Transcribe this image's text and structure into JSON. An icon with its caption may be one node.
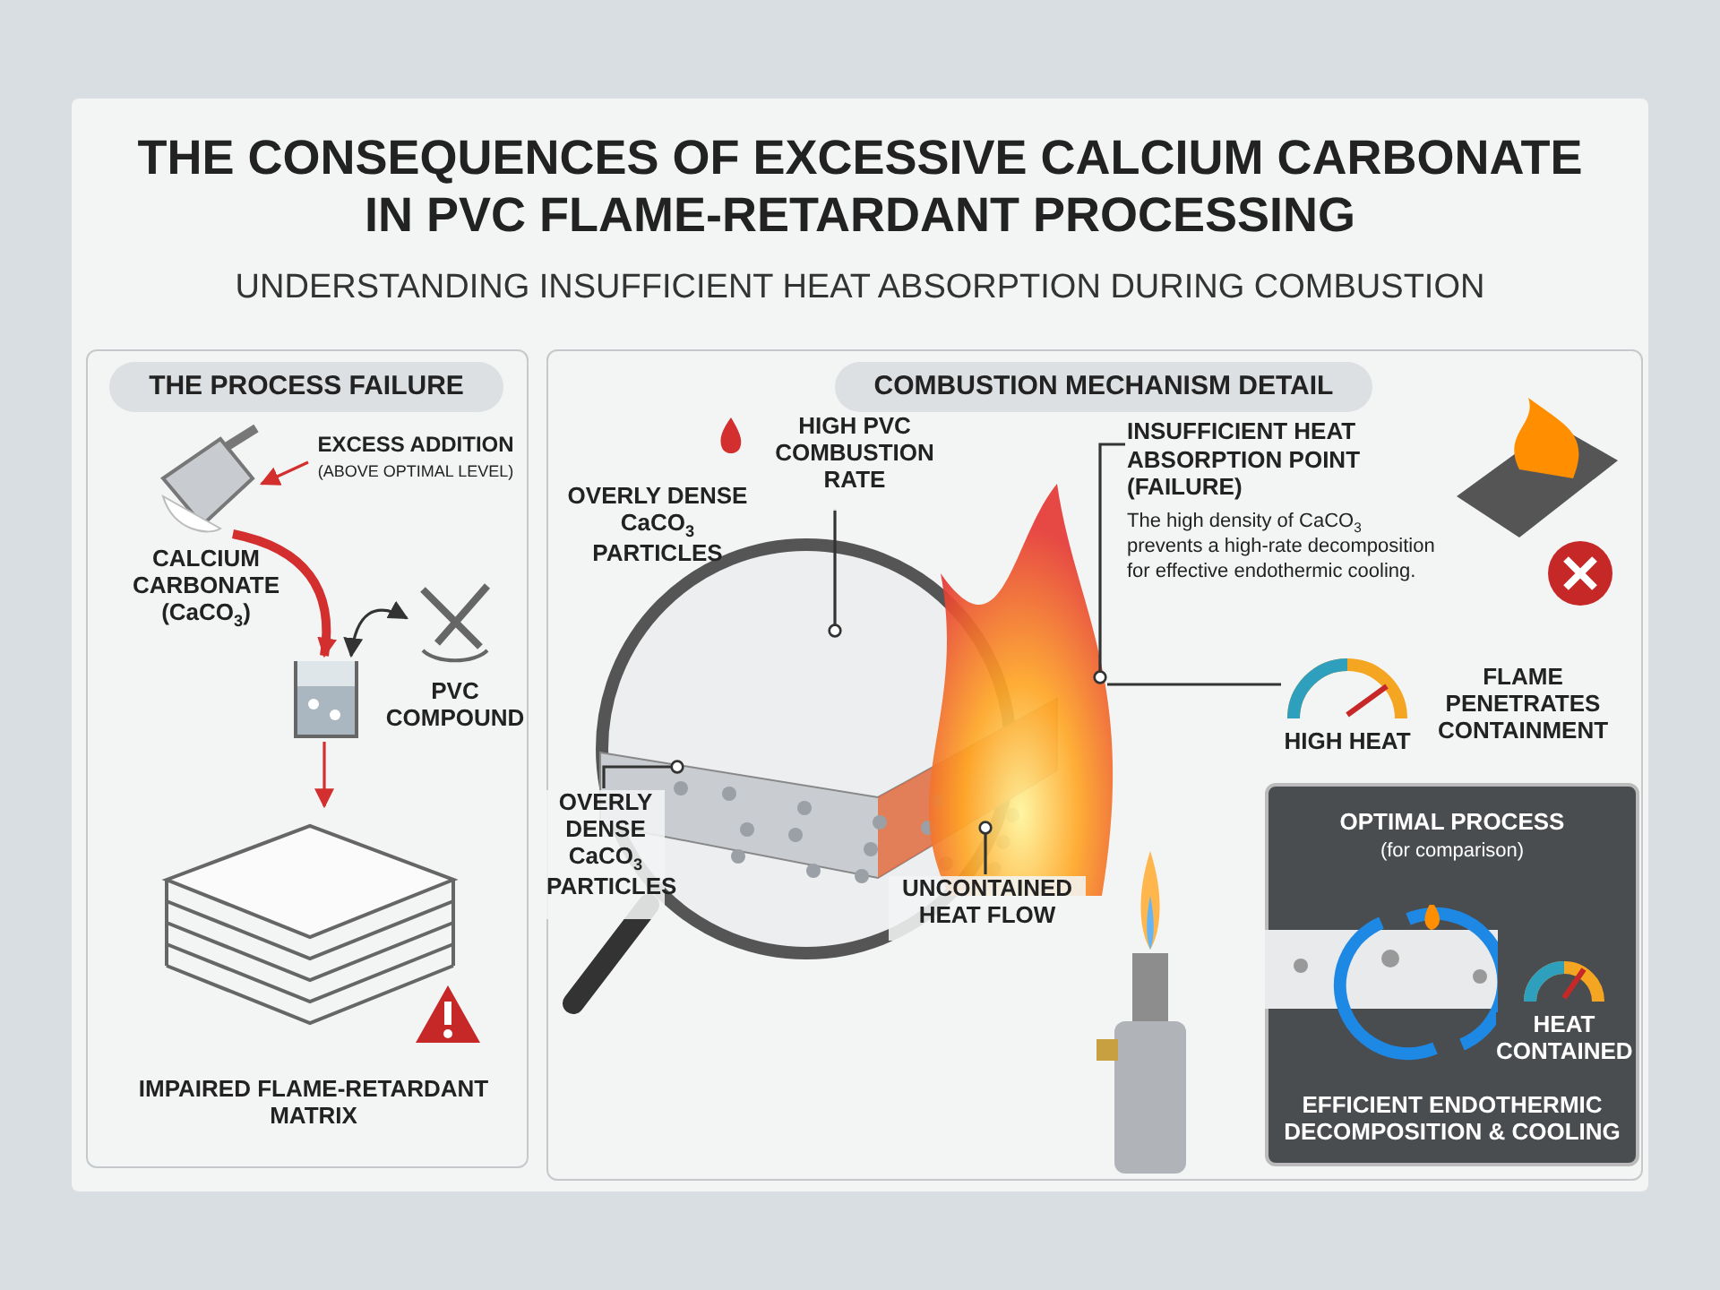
{
  "diagram": {
    "title": "THE CONSEQUENCES OF EXCESSIVE CALCIUM CARBONATE IN PVC FLAME-RETARDANT PROCESSING",
    "nodes": [
      {
        "text": [
          "THE PROCESS FAILURE"
        ]
      },
      {
        "text": [
          "EXCESS ADDITION",
          "(ABOVE OPTIMAL LEVEL)"
        ],
        "in": 0
      },
      {
        "text": [],
        "shape": "picture",
        "beside": [
          "CALCIUM CARBONATE (CaCO$_{3}$)"
        ],
        "in": 0
      },
      {
        "text": [],
        "shape": "picture",
        "in": 0
      },
      {
        "text": [],
        "shape": "picture",
        "beside": [
          "PVC COMPOUND"
        ],
        "in": 0
      },
      {
        "text": [],
        "shape": "picture",
        "beside": [
          "IMPAIRED FLAME-RETARDANT MATRIX"
        ],
        "in": 0
      },
      {
        "text": [
          "COMBUSTION MECHANISM DETAIL"
        ]
      },
      {
        "text": [
          "HIGH PVC COMBUSTION RATE"
        ],
        "in": 6
      },
      {
        "text": [
          "OVERLY DENSE CaCO$_{3}$ PARTICLES"
        ],
        "in": 6
      },
      {
        "text": [
          "UNCONTAINED HEAT FLOW"
        ],
        "in": 6
      },
      {
        "text": [
          "INSUFFICIENT HEAT ABSORPTION POINT (FAILURE)",
          "The high density of CaCO$_{3}$ prevents a high-rate decomposition for effective endothermic cooling."
        ],
        "in": 6
      },
      {
        "text": [],
        "shape": "picture",
        "beside": [
          "HIGH HEAT",
          "FLAME PENETRATES CONTAINMENT"
        ],
        "in": 6
      },
      {
        "text": [
          "OPTIMAL PROCESS",
          "(for comparison)",
          "EFFICIENT ENDOTHERMIC DECOMPOSITION & COOLING"
        ],
        "in": 6
      },
      {
        "text": [],
        "shape": "picture",
        "beside": [
          "HEAT CONTAINED"
        ],
        "in": 12
      }
    ],
    "edges": [
      {
        "from": 1,
        "to": 2,
        "arrow": "to",
        "color": "#d32f2f"
      },
      {
        "from": 2,
        "to": 3,
        "arrow": "to",
        "style": "thick",
        "color": "#d32f2f"
      },
      {
        "from": 3,
        "to": 4,
        "arrow": "both"
      },
      {
        "from": 3,
        "to": 5,
        "arrow": "to",
        "color": "#d32f2f"
      },
      {
        "from": 7,
        "to": null,
        "arrow": "other"
      },
      {
        "from": 8,
        "to": null,
        "arrow": "other"
      },
      {
        "from": 9,
        "to": null,
        "arrow": "other"
      },
      {
        "from": 10,
        "to": null,
        "arrow": "other"
      },
      {
        "from": 11,
        "to": null,
        "arrow": "none"
      }
    ],
    "labels": [
      "UNDERSTANDING INSUFFICIENT HEAT ABSORPTION DURING COMBUSTION",
      "OVERLY DENSE CaCO$_{3}$ PARTICLES"
    ]
  }
}
